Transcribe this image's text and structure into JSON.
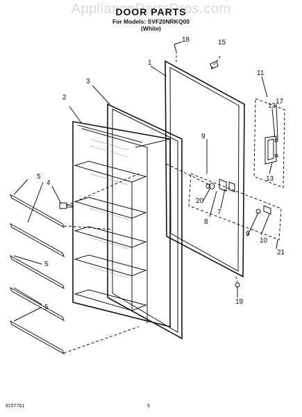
{
  "watermark": "AppliancePartsPros.com",
  "header": {
    "title": "DOOR PARTS",
    "subtitle_models": "For Models: SVF20NRKQ00",
    "subtitle_color": "(White)"
  },
  "callouts": {
    "c1": "1",
    "c2": "2",
    "c3": "3",
    "c4": "4",
    "c5a": "5",
    "c5b": "5",
    "c5c": "5",
    "c6": "6",
    "c7": "7",
    "c8": "8",
    "c9": "9",
    "c10": "10",
    "c11": "11",
    "c13a": "13",
    "c13b": "13",
    "c15": "15",
    "c17": "17",
    "c18": "18",
    "c19": "19",
    "c20": "20",
    "c21": "21"
  },
  "footer": {
    "doc_number": "8157761",
    "page_number": "5"
  }
}
